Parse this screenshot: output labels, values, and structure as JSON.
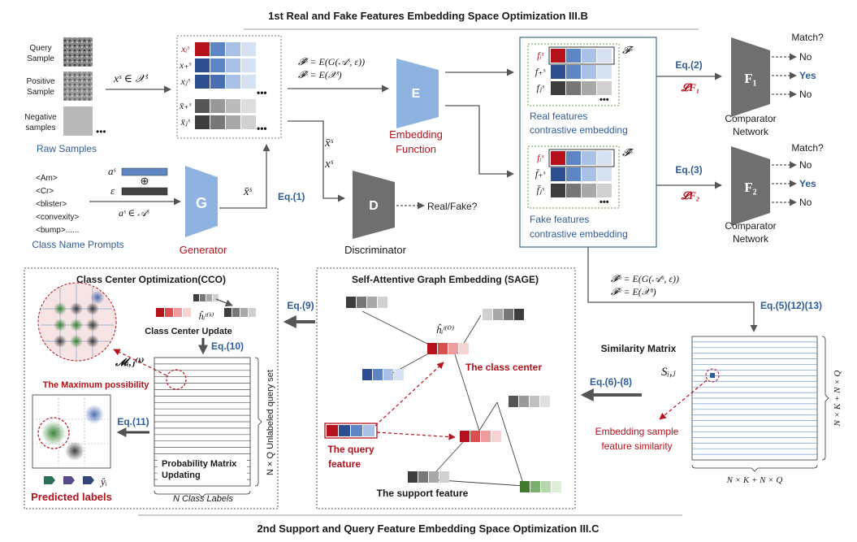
{
  "titles": {
    "top": "1st Real and Fake Features Embedding Space Optimization III.B",
    "bottom": "2nd Support and Query Feature Embedding Space Optimization III.C"
  },
  "samples": {
    "query": [
      "Query",
      "Sample"
    ],
    "positive": [
      "Positive",
      "Sample"
    ],
    "negative": [
      "Negative",
      "samples"
    ],
    "raw_label": "Raw Samples",
    "xs_formula": "xˢ ∈ 𝒳ˢ"
  },
  "prompts": {
    "items": [
      "<Am>",
      "<Cr>",
      "<blister>",
      "<convexity>",
      "<bump>......"
    ],
    "label": "Class Name Prompts",
    "as_formula": "aˢ ∈ 𝒜ˢ",
    "as_label": "aˢ",
    "eps_label": "ε",
    "plus": "⊕"
  },
  "matrix_labels": [
    "xᵢˢ",
    "x₊ˢ",
    "xⱼˢ",
    "x̄₊ˢ",
    "x̄ⱼˢ"
  ],
  "generator": {
    "letter": "G",
    "label": "Generator",
    "out": "x̄ˢ"
  },
  "embedding": {
    "letter": "E",
    "label": [
      "Embedding",
      "Function"
    ],
    "formula1": "𝓕̄ˢ = E(G(𝒜ˢ, ε))",
    "formula2": "𝓕ˢ = E(𝒳ˢ)"
  },
  "discriminator": {
    "letter": "D",
    "label": "Discriminator",
    "out": "Real/Fake?",
    "in1": "x̄ˢ",
    "in2": "xˢ"
  },
  "eq1": "Eq.(1)",
  "real_box": {
    "rows": [
      "fᵢˢ",
      "f₊ˢ",
      "fⱼˢ"
    ],
    "set": "𝓕ˢ",
    "caption": [
      "Real features",
      "contrastive embedding"
    ]
  },
  "fake_box": {
    "rows": [
      "fᵢˢ",
      "f̄₊ˢ",
      "f̄ⱼˢ"
    ],
    "set": "𝓕̄ˢ",
    "caption": [
      "Fake features",
      "contrastive embedding"
    ]
  },
  "comparators": [
    {
      "eq": "Eq.(2)",
      "loss": "𝓛F₁",
      "letter": "F₁",
      "match": "Match?",
      "answers": [
        "No",
        "Yes",
        "No"
      ],
      "label": [
        "Comparator",
        "Network"
      ]
    },
    {
      "eq": "Eq.(3)",
      "loss": "𝓛F₂",
      "letter": "F₂",
      "match": "Match?",
      "answers": [
        "No",
        "Yes",
        "No"
      ],
      "label": [
        "Comparator",
        "Network"
      ]
    }
  ],
  "unlabeled": {
    "formula1": "𝓕̄ᵘ = E(G(𝒜ᵘ, ε))",
    "formula2": "𝓕ᵘ = E(𝒳ᵘ)",
    "eq": "Eq.(5)(12)(13)"
  },
  "similarity": {
    "title": "Similarity Matrix",
    "sij": "Sᵢ,ⱼ",
    "eq": "Eq.(6)-(8)",
    "caption": [
      "Embedding sample",
      "feature similarity"
    ],
    "dim_bottom": "N × K + N × Q",
    "dim_right": "N × K + N × Q"
  },
  "sage": {
    "title": "Self-Attentive Graph Embedding (SAGE)",
    "center_formula": "ĥᵢᵗ⁽⁰⁾",
    "center_label": "The class center",
    "query_label": [
      "The query",
      "feature"
    ],
    "support_label": "The support feature",
    "eq9": "Eq.(9)"
  },
  "cco": {
    "title": "Class Center Optimization(CCO)",
    "center_formula": "ĥᵢᵗ⁽ᵏ⁾",
    "update_label": "Class Center Update",
    "eq10": "Eq.(10)",
    "m_formula": "𝓜ᵢ,ⱼ⁽ᵏ⁾",
    "max_label": "The Maximum possibility",
    "eq11": "Eq.(11)",
    "prob_label": [
      "Probability Matrix",
      "Updating"
    ],
    "class_labels": "N   Class Labels",
    "unlabeled_set": "N × Q  Unlabeled query set",
    "pred_label": "Predicted labels",
    "yhat": "ŷᵢ"
  },
  "colors": {
    "blue_dark": "#2d4f8f",
    "blue_mid": "#5e86c4",
    "blue_light": "#a8c1e4",
    "blue_pale": "#d6e2f2",
    "gray_dark": "#3d3d3d",
    "red_dark": "#b5121b",
    "green_dark": "#3f7a30",
    "box_border": "#3d6d8a",
    "eq_blue": "#2f5d9a"
  }
}
